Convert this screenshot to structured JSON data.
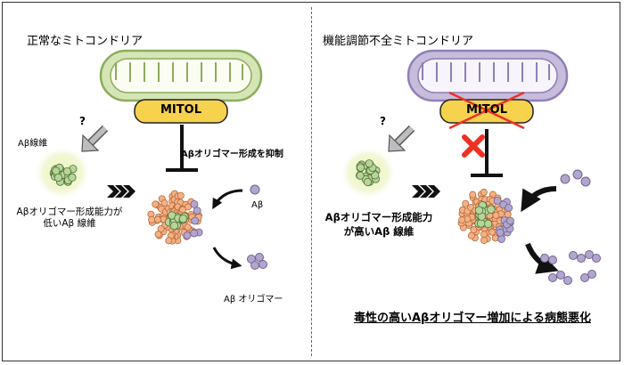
{
  "left_panel": {
    "title": "正常なミトコンドリア",
    "mitol_label": "MITOL",
    "question_mark": "?",
    "fibril_label": "Aβ線維",
    "inhibit_label": "Aβオリゴマー形成を抑制",
    "monomer_label": "Aβ",
    "fibril_desc": [
      "Aβオリゴマー形成能力が",
      "低いAβ 線維"
    ],
    "oligomer_label": "Aβ オリゴマー"
  },
  "right_panel": {
    "title": "機能調節不全ミトコンドリア",
    "mitol_label": "MITOL",
    "question_mark": "?",
    "fibril_desc": [
      "Aβオリゴマー形成能力",
      "が高いAβ 線維"
    ],
    "conclusion": "毒性の高いAβオリゴマー増加による病態悪化"
  },
  "colors": {
    "mito_normal_fill": "#d6e5b6",
    "mito_normal_stroke": "#8cac5c",
    "mito_dys_fill": "#c7bcdb",
    "mito_dys_stroke": "#8f7fb5",
    "mitol_fill": "#f7d24d",
    "fibril_green": "#b6d59a",
    "aggregate_orange": "#f3b185",
    "oligomer_purple": "#b3a6cc",
    "glow": "#eef5c8",
    "cross_red": "#ee3124"
  }
}
